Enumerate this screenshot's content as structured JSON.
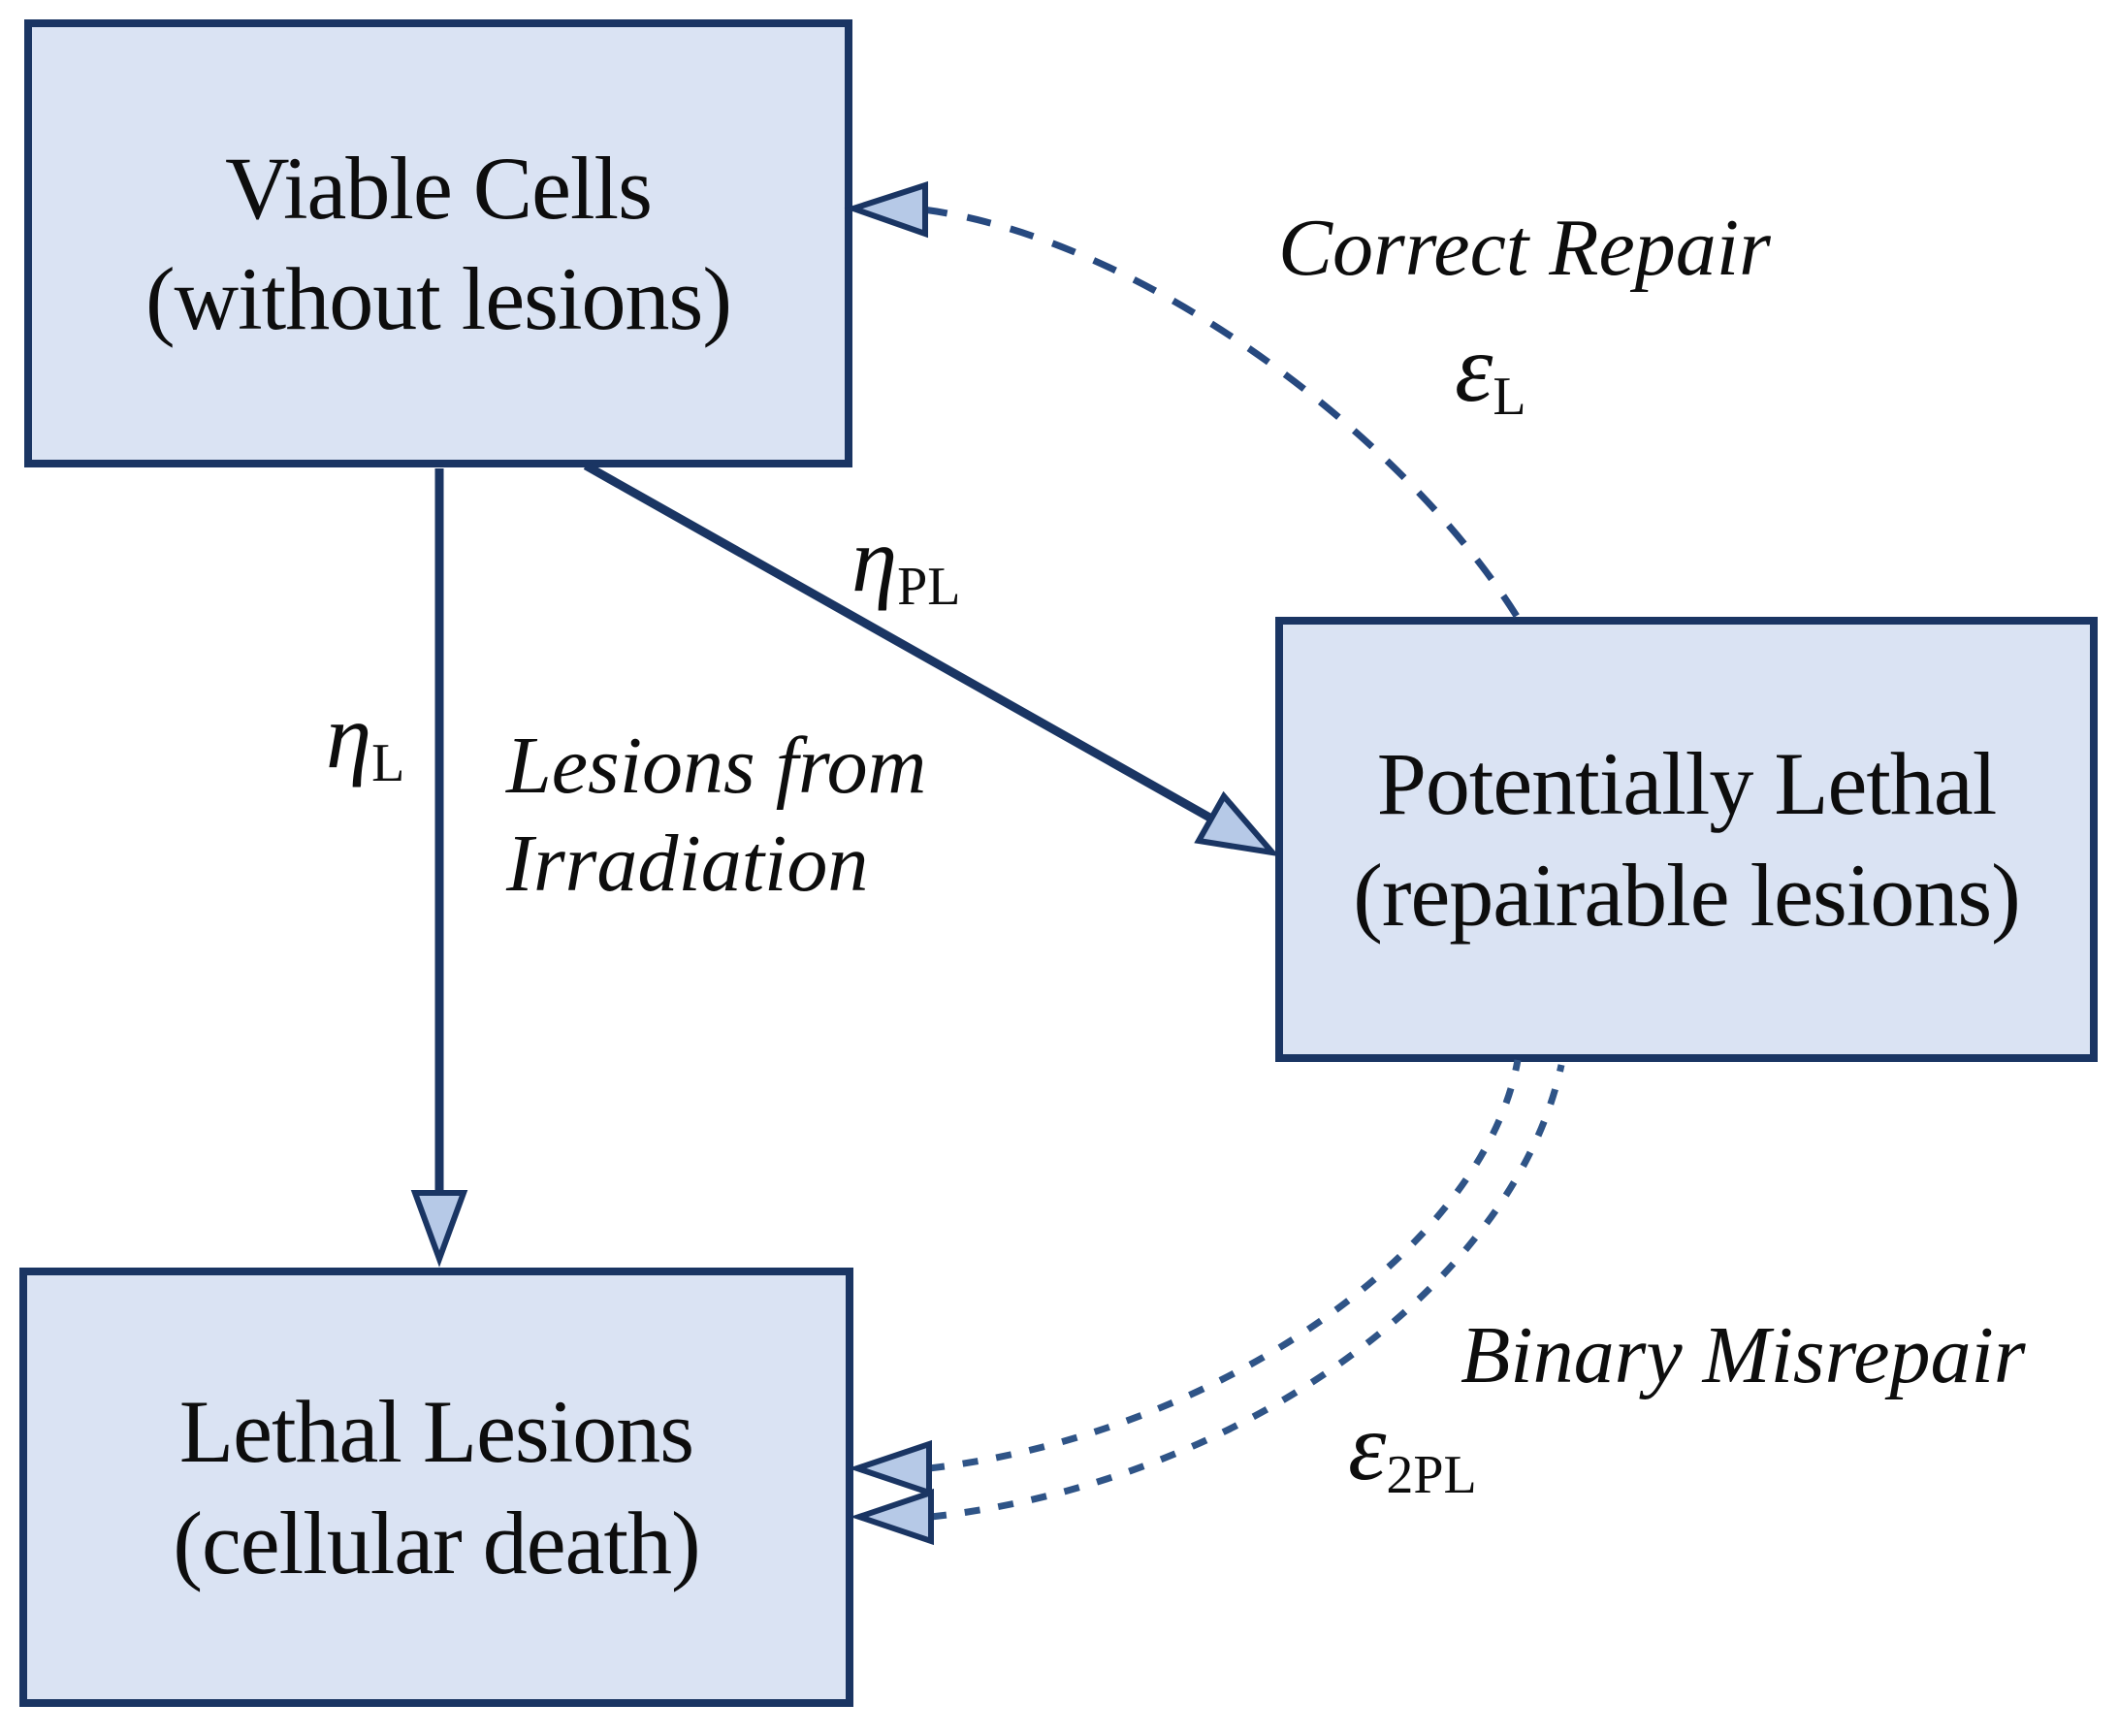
{
  "colors": {
    "bg": "#ffffff",
    "node_fill": "#dae3f3",
    "line": "#1a3563",
    "head_fill": "#b6c9e7",
    "dash_single": "#27497f",
    "dash_double": "#2f5487",
    "ink": "#0d0d0d"
  },
  "nodes": {
    "viable": {
      "title": "Viable Cells",
      "subtitle": "(without lesions)"
    },
    "potentially_lethal": {
      "title": "Potentially Lethal",
      "subtitle": "(repairable lesions)"
    },
    "lethal": {
      "title": "Lethal Lesions",
      "subtitle": "(cellular death)"
    }
  },
  "edges": {
    "eta_L": {
      "symbol": "η",
      "subscript": "L"
    },
    "eta_PL": {
      "symbol": "η",
      "subscript": "PL"
    },
    "epsilon_L": {
      "symbol": "ε",
      "subscript": "L"
    },
    "epsilon_2PL": {
      "symbol": "ε",
      "subscript": "2PL"
    },
    "irradiation": {
      "line1": "Lesions from",
      "line2": "Irradiation"
    },
    "correct_repair": {
      "label": "Correct Repair"
    },
    "binary_misrepair": {
      "label": "Binary Misrepair"
    }
  }
}
